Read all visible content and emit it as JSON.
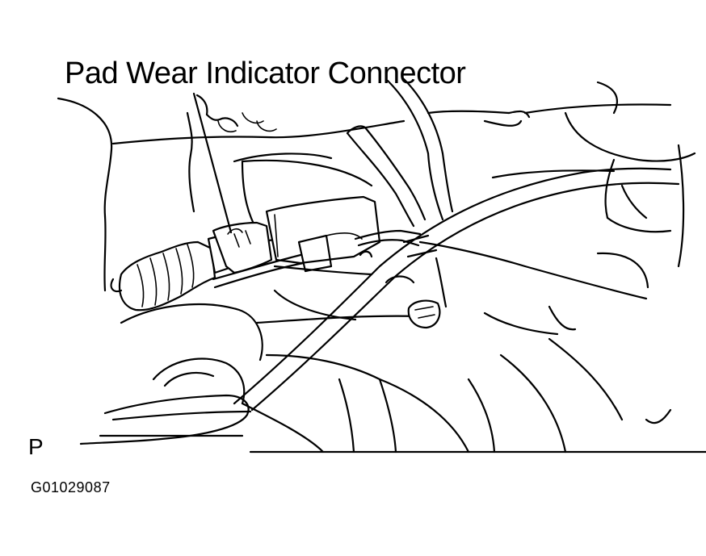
{
  "diagram": {
    "callout_label": "Pad Wear Indicator Connector",
    "view_letter": "P",
    "figure_id": "G01029087"
  },
  "colors": {
    "ink": "#000000",
    "paper": "#ffffff"
  }
}
